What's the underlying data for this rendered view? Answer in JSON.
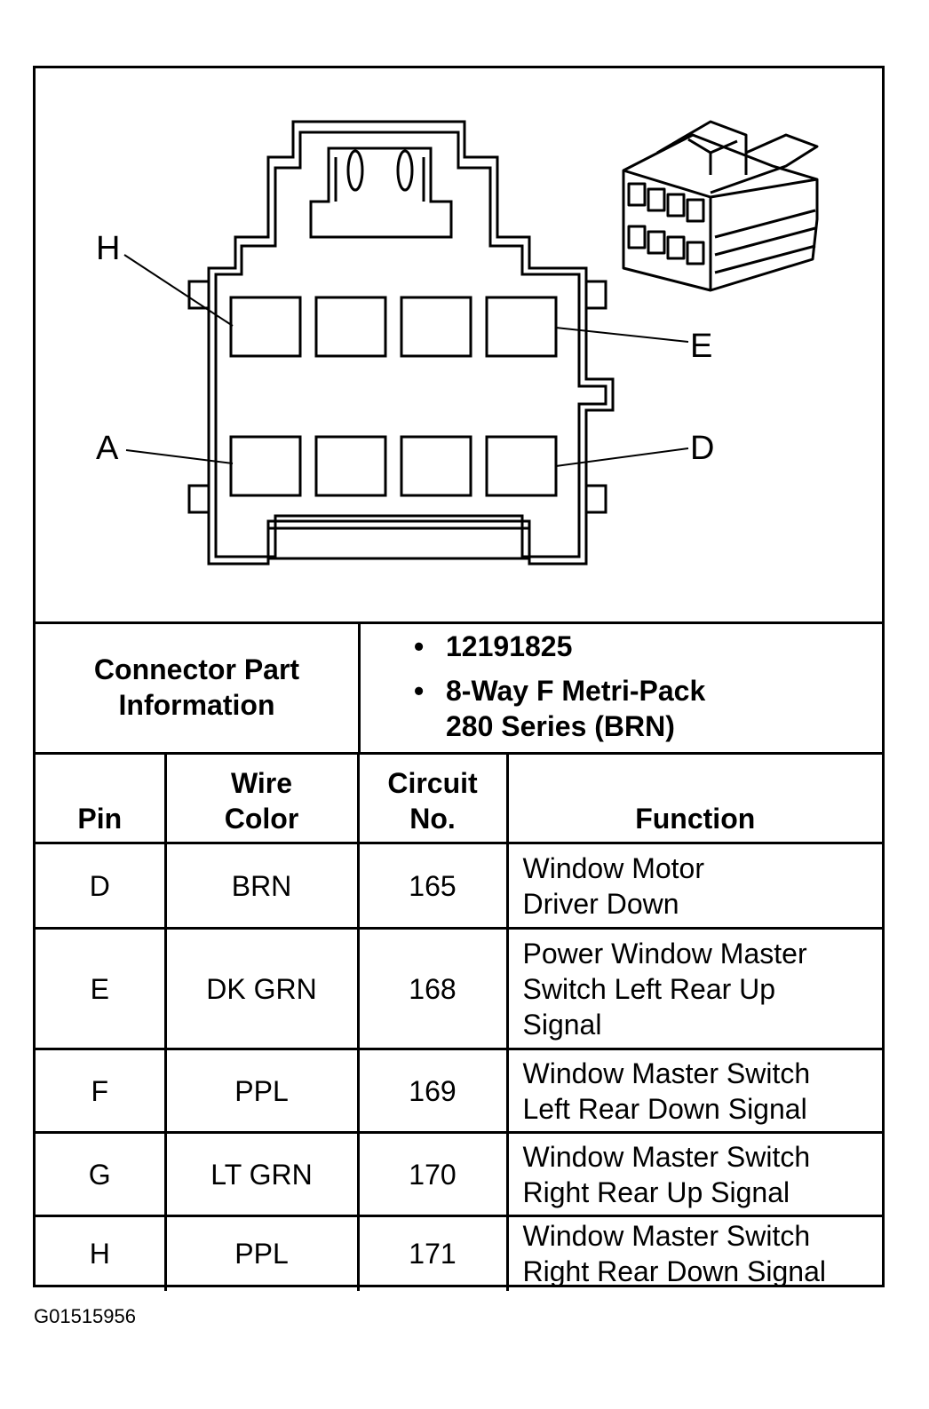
{
  "diagram": {
    "callouts": [
      {
        "id": "H",
        "label": "H"
      },
      {
        "id": "E",
        "label": "E"
      },
      {
        "id": "A",
        "label": "A"
      },
      {
        "id": "D",
        "label": "D"
      }
    ]
  },
  "connector": {
    "header": "Connector Part Information",
    "header_lines": [
      "Connector Part",
      "Information"
    ],
    "part_number": "12191825",
    "description_lines": [
      "8-Way F Metri-Pack",
      "280 Series (BRN)"
    ]
  },
  "table": {
    "columns": [
      {
        "key": "pin",
        "lines": [
          "Pin"
        ]
      },
      {
        "key": "wire_color",
        "lines": [
          "Wire",
          "Color"
        ]
      },
      {
        "key": "circuit",
        "lines": [
          "Circuit",
          "No."
        ]
      },
      {
        "key": "function",
        "lines": [
          "Function"
        ]
      }
    ],
    "rows": [
      {
        "pin": "D",
        "wire_color": "BRN",
        "circuit": "165",
        "function": [
          "Window Motor",
          "Driver Down"
        ]
      },
      {
        "pin": "E",
        "wire_color": "DK GRN",
        "circuit": "168",
        "function": [
          "Power Window Master",
          "Switch Left Rear Up",
          "Signal"
        ]
      },
      {
        "pin": "F",
        "wire_color": "PPL",
        "circuit": "169",
        "function": [
          "Window Master Switch",
          "Left Rear Down Signal"
        ]
      },
      {
        "pin": "G",
        "wire_color": "LT GRN",
        "circuit": "170",
        "function": [
          "Window Master Switch",
          "Right Rear Up Signal"
        ]
      },
      {
        "pin": "H",
        "wire_color": "PPL",
        "circuit": "171",
        "function": [
          "Window Master Switch",
          "Right Rear Down Signal"
        ]
      }
    ]
  },
  "figure_code": "G01515956"
}
